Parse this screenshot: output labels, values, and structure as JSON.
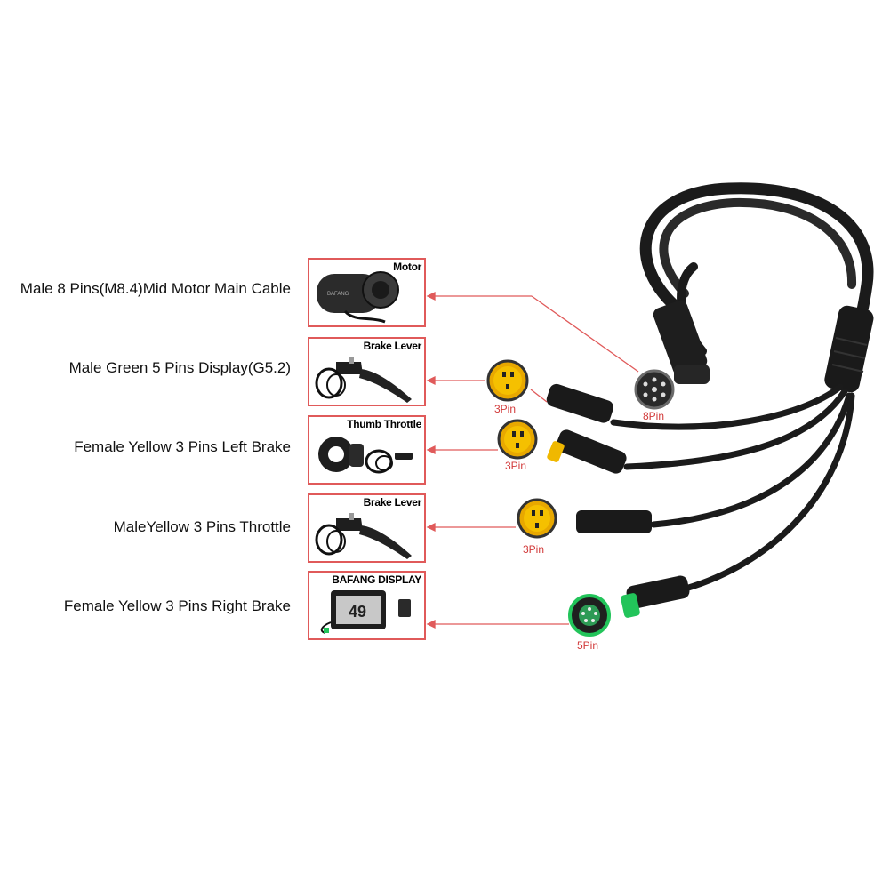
{
  "rows": [
    {
      "label": "Male 8 Pins(M8.4)Mid Motor Main Cable",
      "box_title": "Motor",
      "icon": "motor-icon"
    },
    {
      "label": "Male Green 5 Pins Display(G5.2)",
      "box_title": "Brake Lever",
      "icon": "brake-lever-icon"
    },
    {
      "label": "Female Yellow 3 Pins Left Brake",
      "box_title": "Thumb Throttle",
      "icon": "thumb-throttle-icon"
    },
    {
      "label": "MaleYellow 3 Pins Throttle",
      "box_title": "Brake Lever",
      "icon": "brake-lever-icon"
    },
    {
      "label": "Female Yellow 3 Pins Right Brake",
      "box_title": "BAFANG DISPLAY",
      "icon": "display-icon"
    }
  ],
  "connectors": [
    {
      "pins": "8Pin",
      "color": "#5a5a5a"
    },
    {
      "pins": "3Pin",
      "color": "#f0b800"
    },
    {
      "pins": "3Pin",
      "color": "#f0b800"
    },
    {
      "pins": "3Pin",
      "color": "#f0b800"
    },
    {
      "pins": "5Pin",
      "color": "#22c45a"
    }
  ],
  "display_reading": "49",
  "motor_brand": "BAFANG",
  "colors": {
    "accent_line": "#e05a5a",
    "cable": "#1b1b1b"
  }
}
